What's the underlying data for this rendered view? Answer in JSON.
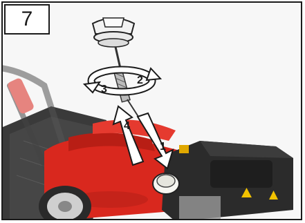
{
  "step_number": "7",
  "callouts": [
    "1",
    "2",
    "3",
    "4"
  ],
  "colors": {
    "border": "#1a1a1a",
    "mower_red": "#d9281e",
    "engine_dark": "#2b2b2b",
    "background": "#f4f4f4"
  },
  "icons": [
    "dipstick-cap-icon",
    "oil-filler-cap-icon",
    "rotate-arrow-icon",
    "down-arrow-icon",
    "up-arrow-icon"
  ]
}
